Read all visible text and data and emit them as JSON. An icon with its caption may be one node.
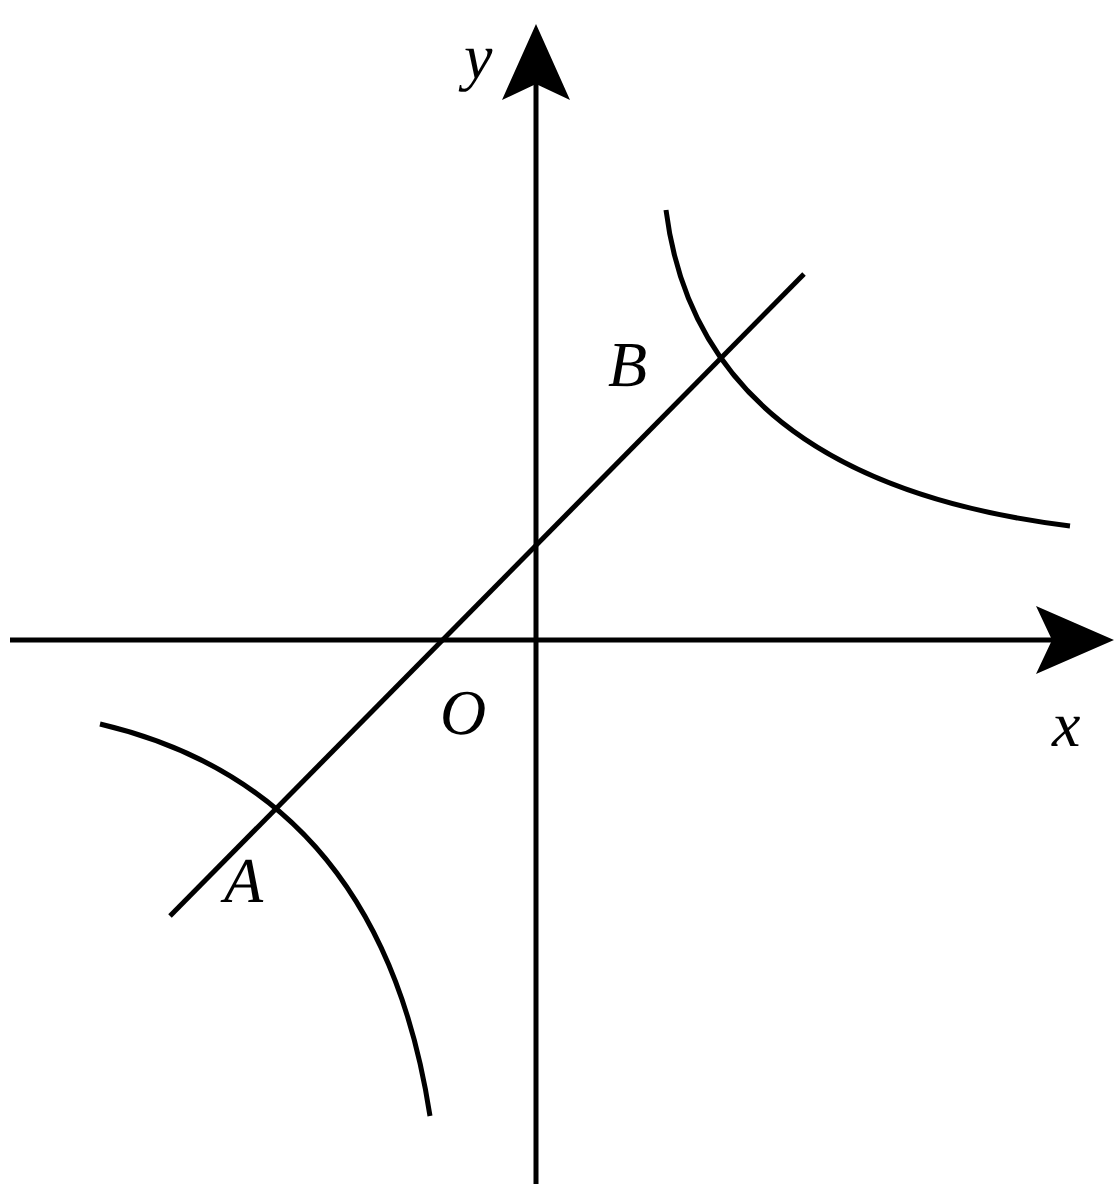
{
  "diagram": {
    "labels": [
      "y",
      "B",
      "O",
      "x",
      "A"
    ]
  }
}
